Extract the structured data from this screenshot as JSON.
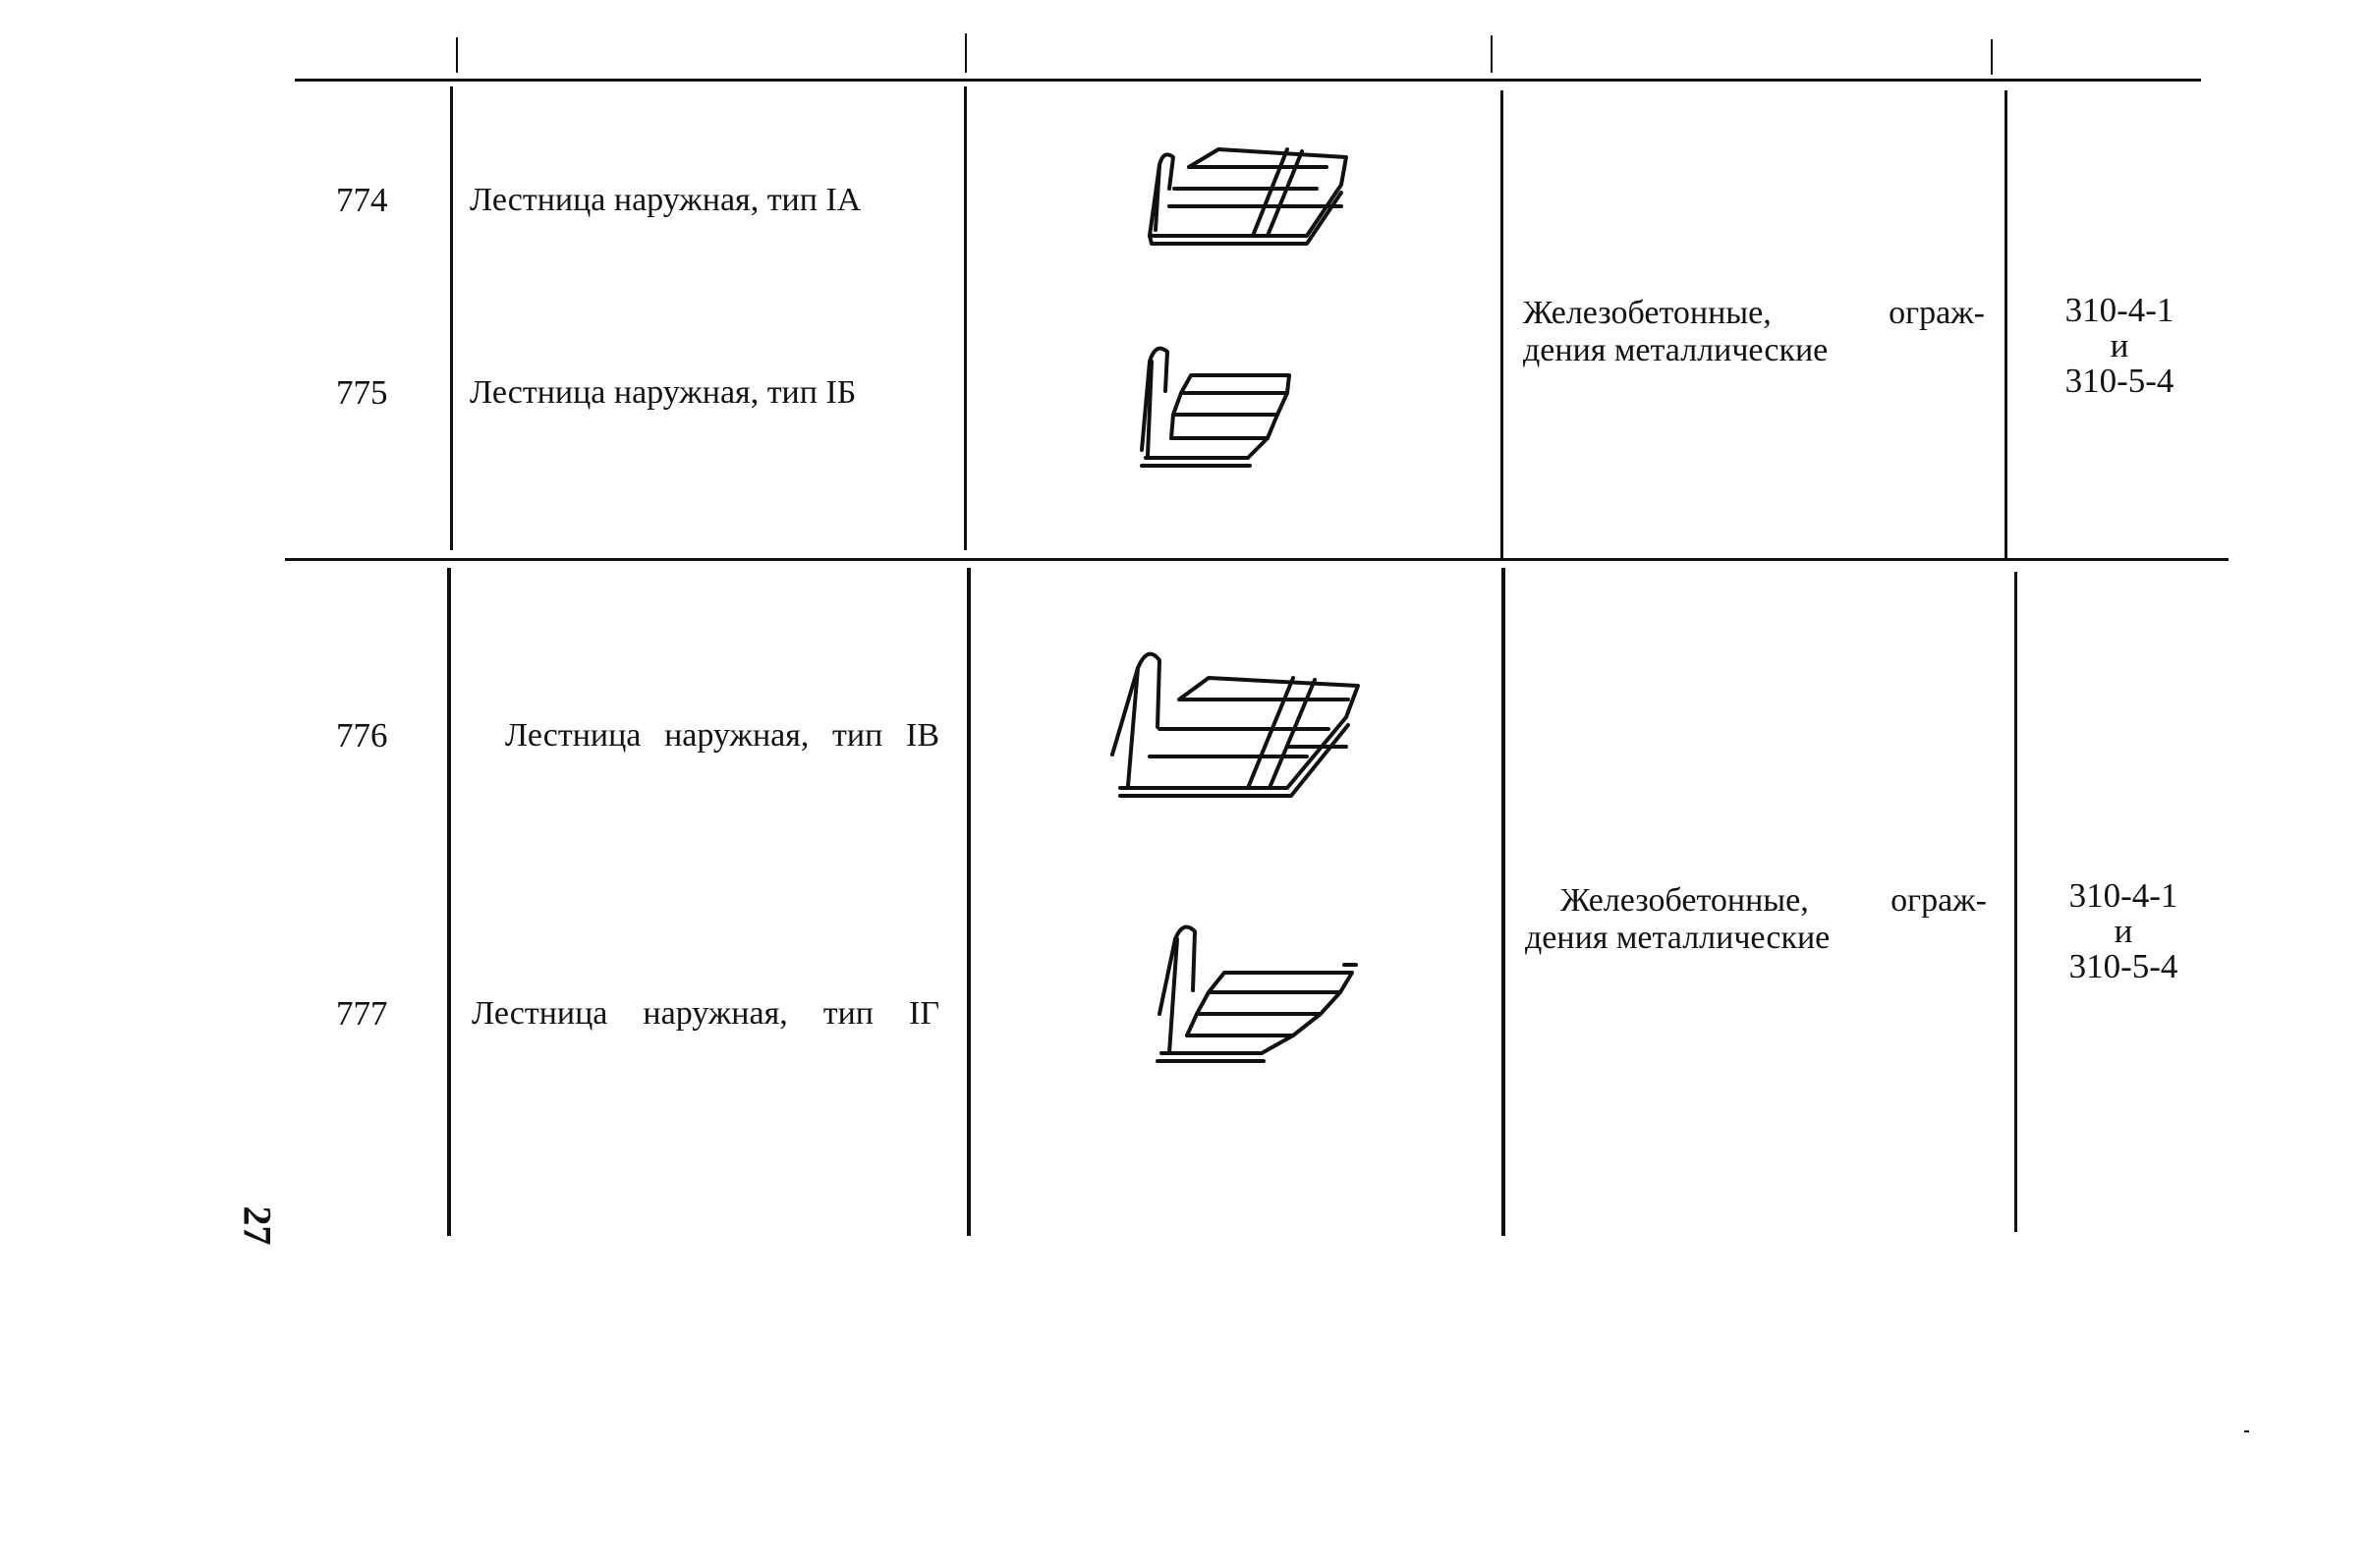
{
  "page_number": "27",
  "groups": [
    {
      "rows": [
        {
          "num": "774",
          "name": "Лестница наружная, тип IA",
          "icon": "stair-type-1a-icon"
        },
        {
          "num": "775",
          "name": "Лестница наружная, тип IБ",
          "icon": "stair-type-1b-icon"
        }
      ],
      "material_line1": "Железобетонные, ограж-",
      "material_line2": "дения металлические",
      "series_1": "310-4-1",
      "series_and": "и",
      "series_2": "310-5-4"
    },
    {
      "rows": [
        {
          "num": "776",
          "name": "Лестница наружная, тип IB",
          "icon": "stair-type-1v-icon"
        },
        {
          "num": "777",
          "name": "Лестница наружная, тип IГ",
          "icon": "stair-type-1g-icon"
        }
      ],
      "material_line1": "Железобетонные, ограж-",
      "material_line2": "дения металлические",
      "series_1": "310-4-1",
      "series_and": "и",
      "series_2": "310-5-4"
    }
  ]
}
